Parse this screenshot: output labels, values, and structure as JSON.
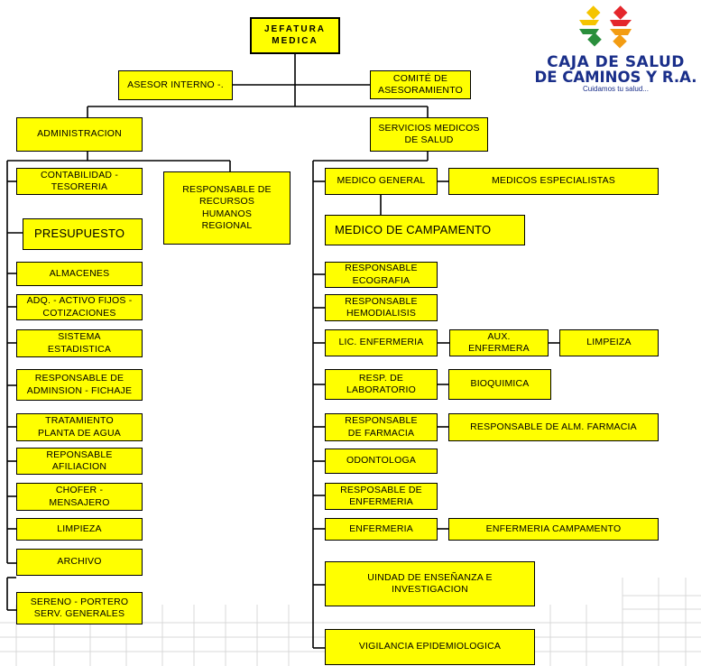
{
  "logo": {
    "line1": "CAJA DE SALUD",
    "line2": "DE CAMINOS Y R.A.",
    "tagline": "Cuidamos tu salud...",
    "colors": {
      "yellow": "#f5c400",
      "red": "#e4262b",
      "green": "#2a8f3c",
      "orange": "#f39c12",
      "blue": "#1a2f8a"
    }
  },
  "colors": {
    "box_fill": "#ffff00",
    "line": "#000000",
    "grid": "#d9d9d9"
  },
  "nodes": {
    "jefatura": "JEFATURA\nMEDICA",
    "asesor_interno": "ASESOR INTERNO -.",
    "comite": "COMITÉ DE\nASESORAMIENTO",
    "administracion": "ADMINISTRACION",
    "servicios": "SERVICIOS MEDICOS\nDE SALUD",
    "contabilidad": "CONTABILIDAD -\nTESORERIA",
    "rrhh": "RESPONSABLE DE\nRECURSOS\nHUMANOS\nREGIONAL",
    "presupuesto": "PRESUPUESTO",
    "almacenes": "ALMACENES",
    "adq": "ADQ. - ACTIVO FIJOS -\nCOTIZACIONES",
    "sistema": "SISTEMA\nESTADISTICA",
    "admision": "RESPONSABLE DE\nADMINSION - FICHAJE",
    "tratamiento": "TRATAMIENTO\nPLANTA    DE AGUA",
    "afiliacion": "REPONSABLE\nAFILIACION",
    "chofer": "CHOFER -\nMENSAJERO",
    "limpieza_adm": "LIMPIEZA",
    "archivo": "ARCHIVO",
    "sereno": "SERENO - PORTERO\nSERV. GENERALES",
    "medico_general": "MEDICO  GENERAL",
    "especialistas": "MEDICOS ESPECIALISTAS",
    "campamento": "MEDICO DE CAMPAMENTO",
    "ecografia": "RESPONSABLE\nECOGRAFIA",
    "hemodialisis": "RESPONSABLE\nHEMODIALISIS",
    "lic_enfermeria": "LIC. ENFERMERIA",
    "aux_enfermera": "AUX.\nENFERMERA",
    "limpeiza": "LIMPEIZA",
    "laboratorio": "RESP. DE\nLABORATORIO",
    "bioquimica": "BIOQUIMICA",
    "farmacia": "RESPONSABLE\nDE FARMACIA",
    "alm_farmacia": "RESPONSABLE DE ALM. FARMACIA",
    "odontologa": "ODONTOLOGA",
    "resp_enfermeria": "RESPOSABLE DE\nENFERMERIA",
    "enfermeria": "ENFERMERIA",
    "enf_campamento": "ENFERMERIA CAMPAMENTO",
    "ensenanza": "UINDAD DE ENSEÑANZA E\nINVESTIGACION",
    "vigilancia": "VIGILANCIA EPIDEMIOLOGICA"
  }
}
